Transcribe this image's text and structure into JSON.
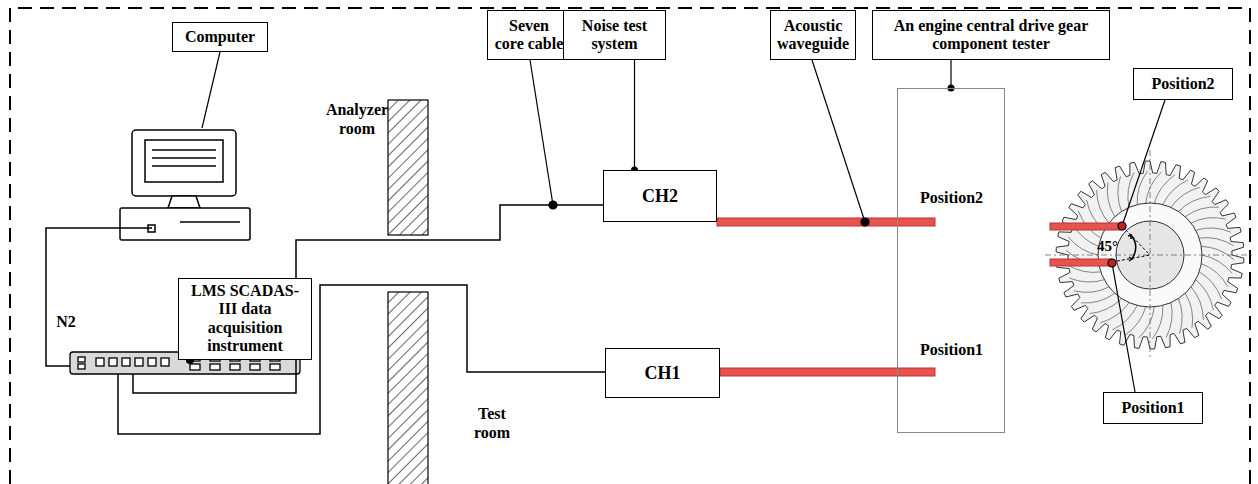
{
  "diagram": {
    "nodes": [
      {
        "text": [
          "Computer"
        ]
      },
      {
        "text": [
          "Seven core cable"
        ]
      },
      {
        "text": [
          "Noise test system"
        ]
      },
      {
        "text": [
          "Acoustic waveguide"
        ]
      },
      {
        "text": [
          "An engine central drive gear component tester"
        ]
      },
      {
        "text": [
          "LMS SCADAS-III data acquisition instrument"
        ]
      },
      {
        "text": [
          "CH2"
        ]
      },
      {
        "text": [
          "CH1"
        ]
      },
      {
        "text": [
          "Position2",
          "Position1"
        ]
      },
      {
        "text": [
          "Position2"
        ]
      },
      {
        "text": [
          "Position1"
        ]
      }
    ],
    "edges": [
      {
        "from": 2,
        "to": 6,
        "arrow": "none"
      },
      {
        "from": 4,
        "to": 8,
        "arrow": "none"
      }
    ],
    "labels": [
      "Analyzer room",
      "Test room",
      "N2",
      "45°"
    ]
  }
}
